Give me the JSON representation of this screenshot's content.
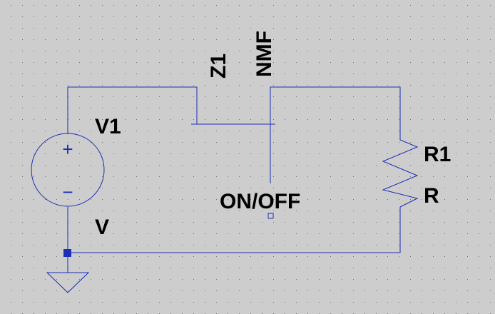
{
  "schematic": {
    "source": {
      "name": "V1",
      "value": "V",
      "plus_symbol": "+",
      "minus_symbol": "−"
    },
    "mosfet": {
      "name": "Z1",
      "model": "NMF"
    },
    "switch_node": {
      "label": "ON/OFF"
    },
    "resistor": {
      "name": "R1",
      "value": "R"
    },
    "icons": [
      "ground-icon",
      "voltage-source-icon",
      "resistor-icon",
      "junction-icon",
      "pin-icon"
    ],
    "colors": {
      "background": "#cdcdcd",
      "grid_dot": "#6f6f6f",
      "wire": "#1a2fb4",
      "junction": "#1a2fb4",
      "text": "#000000"
    }
  }
}
